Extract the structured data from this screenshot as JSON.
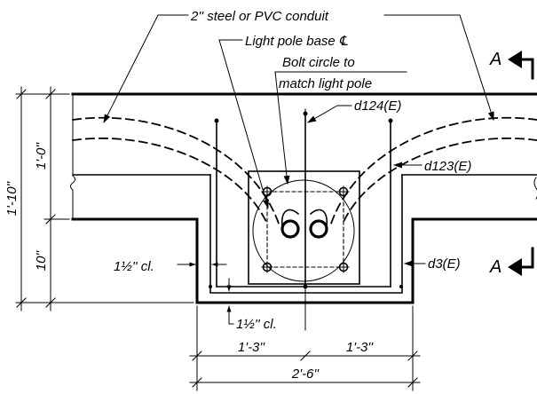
{
  "labels": {
    "conduit": "2'' steel or PVC conduit",
    "pole_base": "Light pole base ℄",
    "bolt_circle_line1": "Bolt circle to",
    "bolt_circle_line2": "match light pole",
    "d124": "d124(E)",
    "d123": "d123(E)",
    "d3": "d3(E)",
    "section_letter_top": "A",
    "section_letter_bottom": "A",
    "clear_side": "1½'' cl.",
    "clear_bottom": "1½'' cl.",
    "dim_total_height": "1'-10''",
    "dim_upper_height": "1'-0''",
    "dim_lower_height": "10''",
    "dim_left_half": "1'-3''",
    "dim_right_half": "1'-3''",
    "dim_total_width": "2'-6''"
  }
}
